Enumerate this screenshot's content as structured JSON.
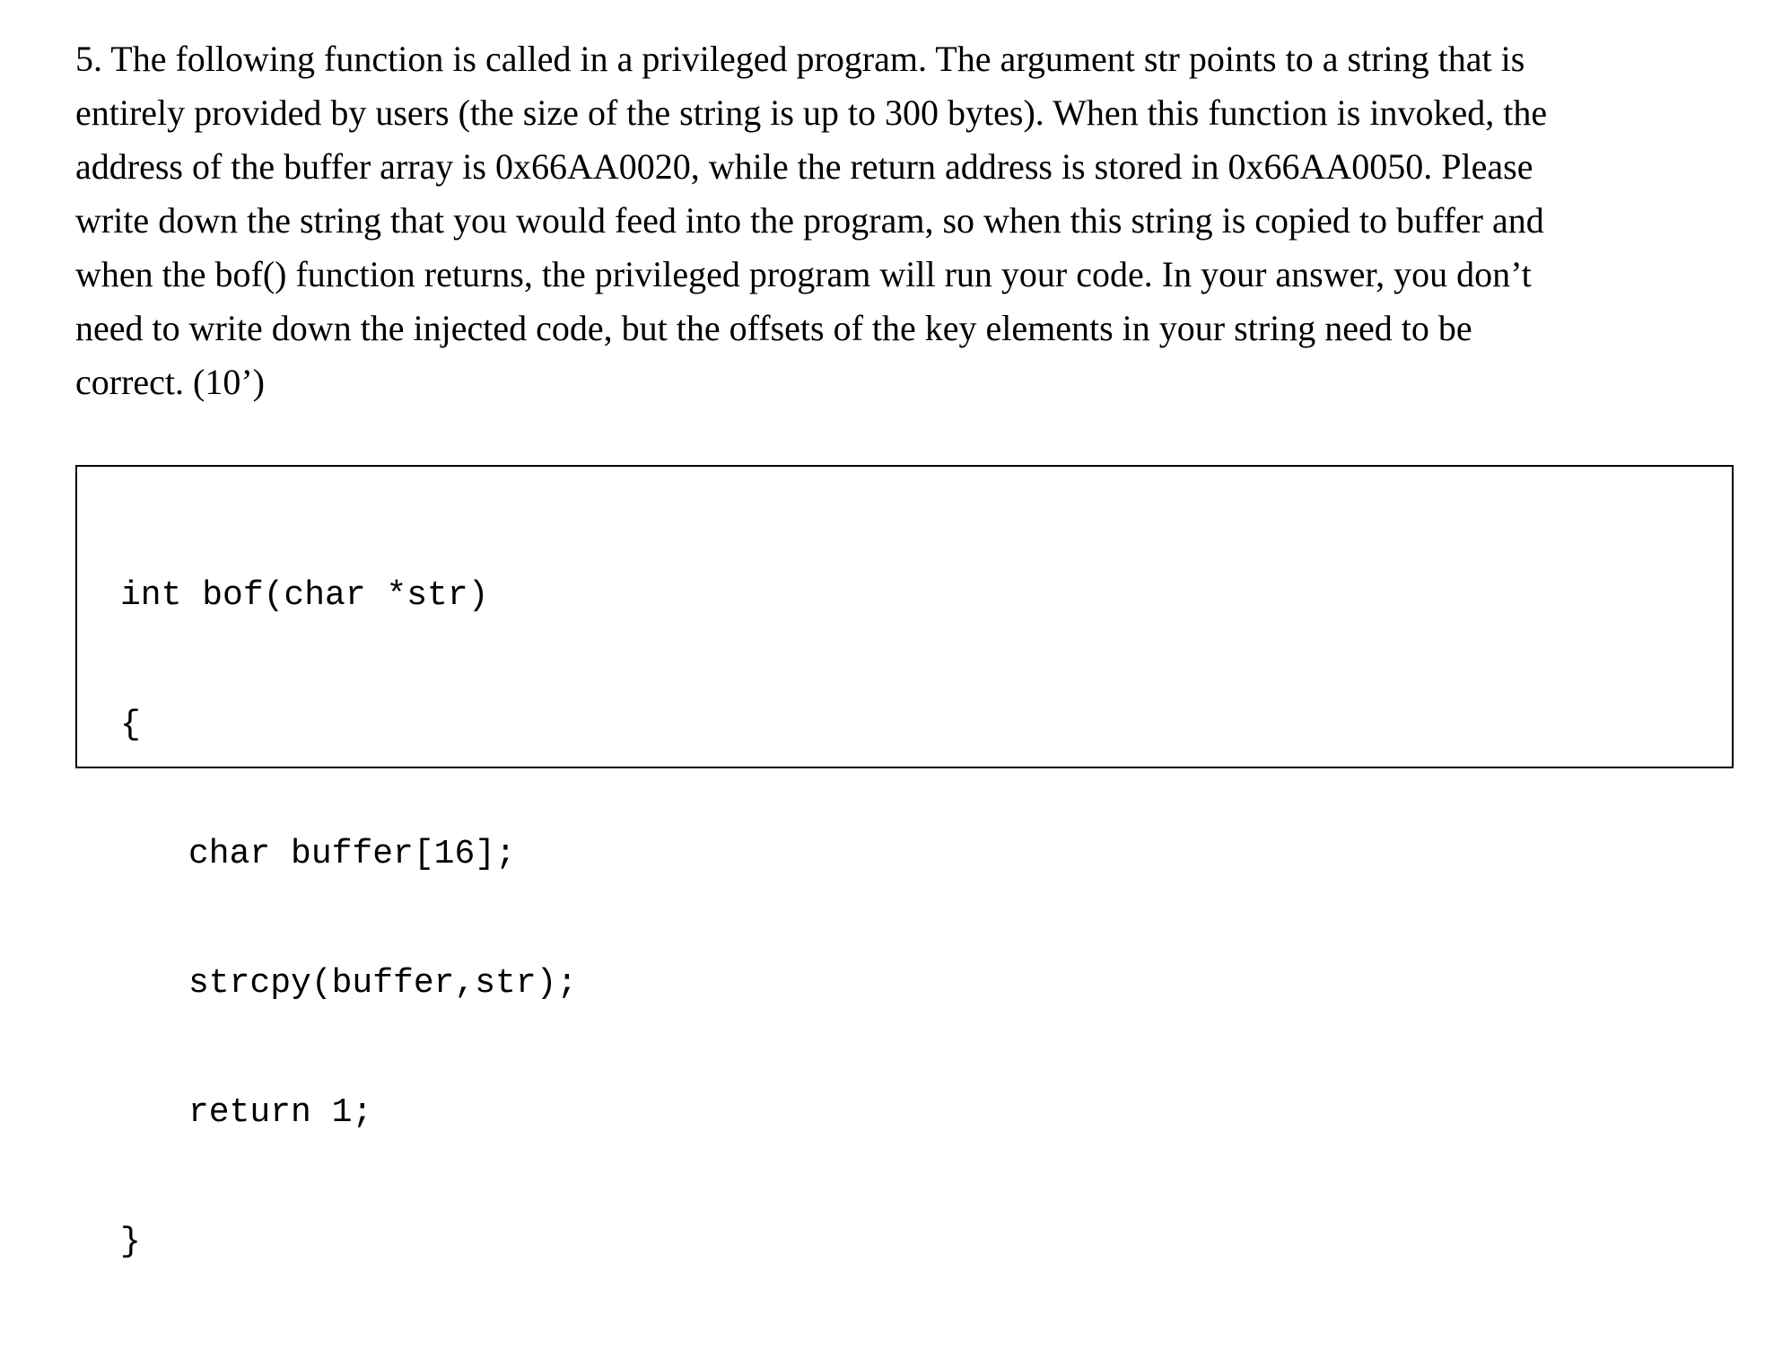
{
  "question": {
    "lines": [
      "5. The following function is called in a privileged program. The argument str points to a string that is",
      "entirely provided by users (the size of the string is up to 300 bytes). When this function is invoked, the",
      "address of the buffer array is 0x66AA0020, while the return address is stored in 0x66AA0050. Please",
      "write down the string that you would feed into the program, so when this string is copied to buffer and",
      "when the bof() function returns, the privileged program will run your code. In your answer, you don’t",
      "need to write down the injected code, but the offsets of the key elements in your string need to be",
      "correct. (10’)"
    ]
  },
  "code": {
    "lines": [
      "int bof(char *str)",
      "{",
      "char buffer[16];",
      "strcpy(buffer,str);",
      "return 1;",
      "}"
    ]
  }
}
